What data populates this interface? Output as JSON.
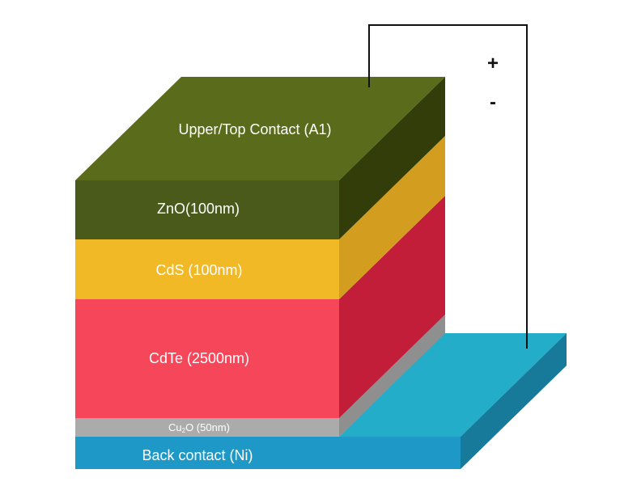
{
  "diagram": {
    "top_contact_label": "Upper/Top Contact (A1)",
    "layers": [
      {
        "id": "zno",
        "label": "ZnO(100nm)",
        "front": "#4a5a1a",
        "side": "#323d09"
      },
      {
        "id": "cds",
        "label": "CdS (100nm)",
        "front": "#f0b925",
        "side": "#d39e1f"
      },
      {
        "id": "cdte",
        "label": "CdTe (2500nm)",
        "front": "#f5465a",
        "side": "#c21e3a"
      },
      {
        "id": "cu2o",
        "label_main": "Cu",
        "label_sub": "2",
        "label_rest": "O (50nm)",
        "front": "#ababab",
        "side": "#8f8f8f"
      },
      {
        "id": "ni",
        "label": "Back contact (Ni)",
        "front": "#1e98c6",
        "side": "#177a9a",
        "top": "#24adc9"
      }
    ],
    "top_face_color": "#5b6b1c",
    "polarity": {
      "plus": "+",
      "minus": "-"
    }
  }
}
